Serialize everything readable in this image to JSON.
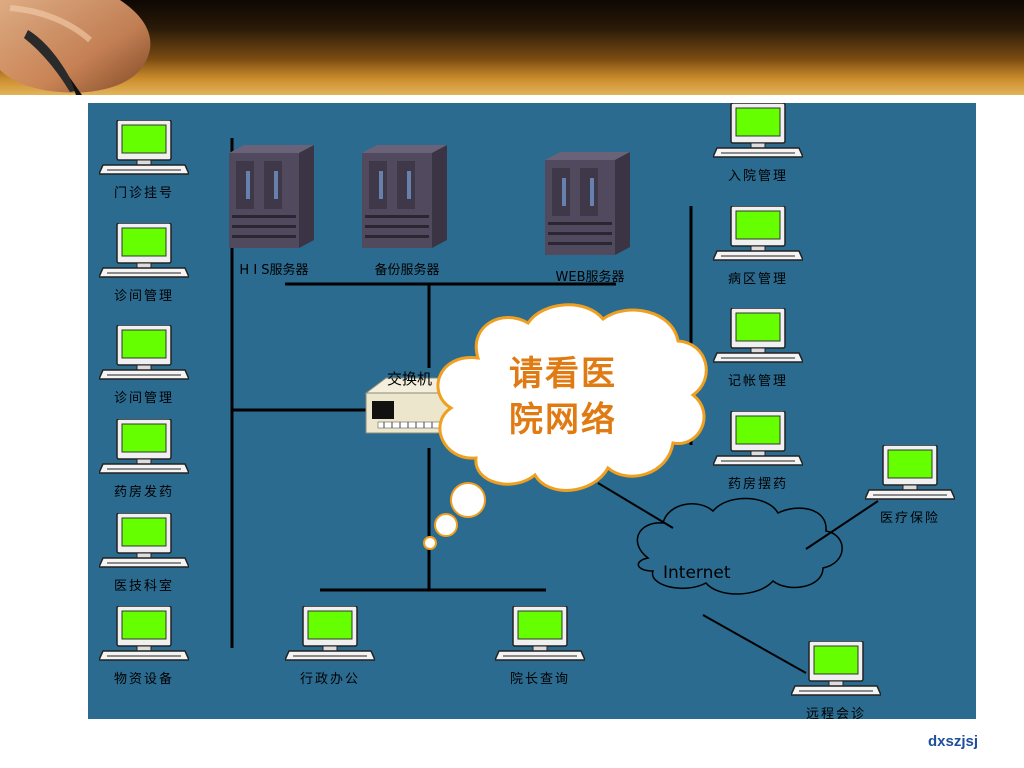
{
  "header": {
    "image": "hand-with-pen-photo"
  },
  "diagram": {
    "servers": [
      {
        "id": "his",
        "label": "H I S服务器",
        "icon": "server-rack-icon"
      },
      {
        "id": "backup",
        "label": "备份服务器",
        "icon": "server-rack-icon"
      },
      {
        "id": "web",
        "label": "WEB服务器",
        "icon": "server-rack-icon"
      }
    ],
    "switch": {
      "label": "交换机",
      "icon": "network-switch-icon"
    },
    "left_terminals": [
      {
        "label": "门诊挂号"
      },
      {
        "label": "诊间管理"
      },
      {
        "label": "诊间管理"
      },
      {
        "label": "药房发药"
      },
      {
        "label": "医技科室"
      },
      {
        "label": "物资设备"
      }
    ],
    "right_terminals": [
      {
        "label": "入院管理"
      },
      {
        "label": "病区管理"
      },
      {
        "label": "记帐管理"
      },
      {
        "label": "药房摆药"
      }
    ],
    "bottom_terminals": [
      {
        "label": "行政办公"
      },
      {
        "label": "院长查询"
      }
    ],
    "internet": {
      "label": "Internet"
    },
    "external_terminals": [
      {
        "label": "医疗保险"
      },
      {
        "label": "远程会诊"
      }
    ],
    "callout": {
      "line1": "请看医",
      "line2": "院网络"
    },
    "colors": {
      "background": "#2a6b8f",
      "screen": "#66ff00",
      "callout_text": "#e07a12",
      "callout_border": "#f0a020"
    }
  },
  "footer": {
    "mark": "dxszjsj"
  }
}
